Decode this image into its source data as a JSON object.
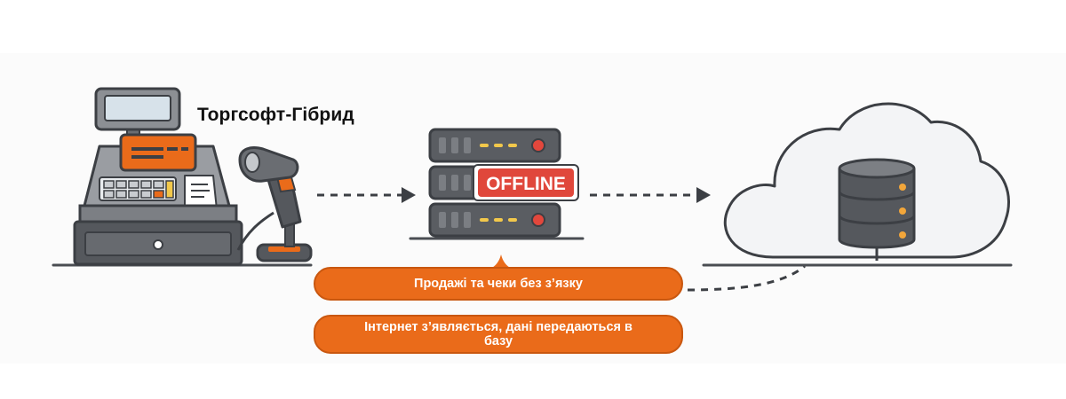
{
  "title": "Торгсофт-Гібрид",
  "server_status": "OFFLINE",
  "badges": {
    "sales": "Продажі та чеки без з’язку",
    "sync": "Інтернет з’являється, дані передаються в базу"
  },
  "icons": [
    "cash-register-icon",
    "barcode-scanner-icon",
    "server-icon",
    "cloud-database-icon"
  ],
  "colors": {
    "accent": "#ea6b1a",
    "offline_badge": "#e0473b",
    "dark_gray": "#55585d",
    "server_led_yellow": "#f2c84b",
    "server_led_red": "#e2473c"
  }
}
